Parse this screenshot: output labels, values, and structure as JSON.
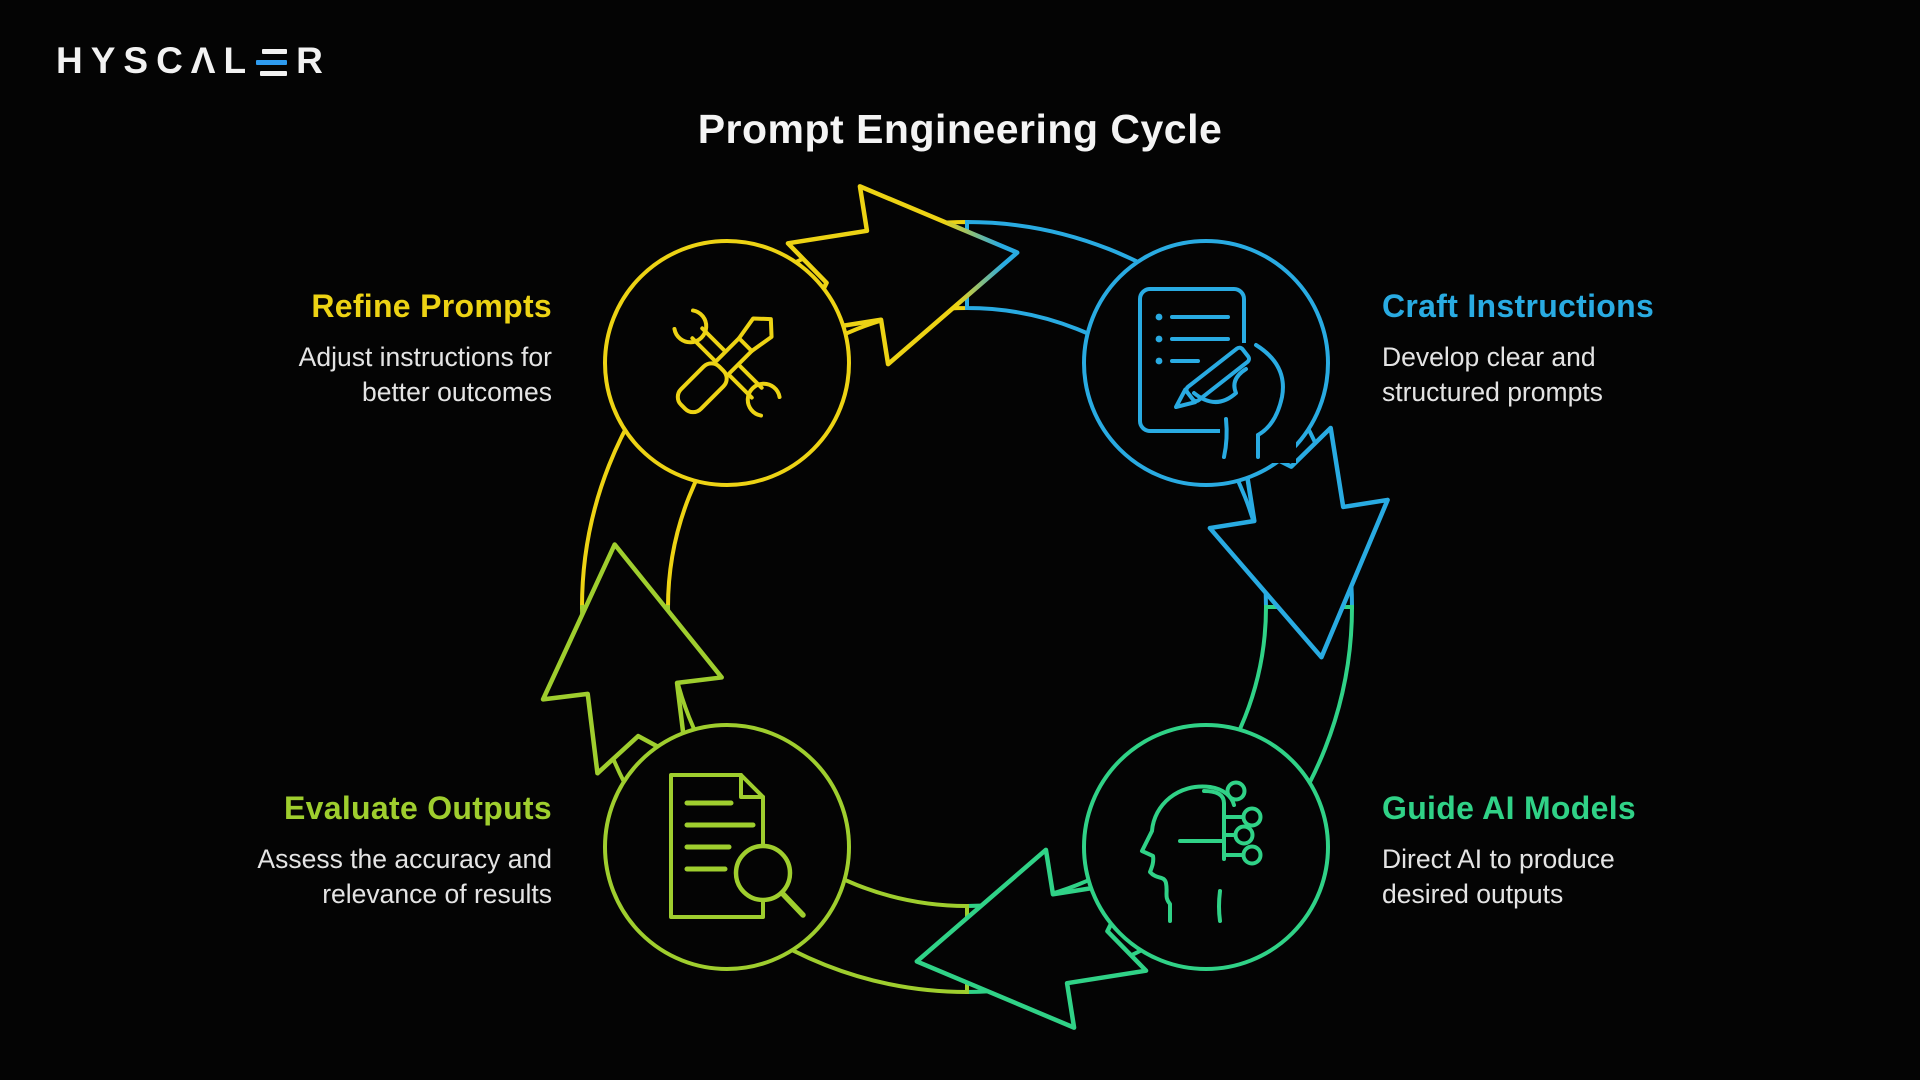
{
  "logo": {
    "text_start": "HYSCΛL",
    "text_end": "R",
    "accent_color": "#2E9BEF"
  },
  "title": "Prompt Engineering Cycle",
  "cycle": {
    "direction": "clockwise",
    "steps": [
      {
        "id": "refine",
        "label": "Refine Prompts",
        "description_lines": [
          "Adjust instructions for",
          "better outcomes"
        ],
        "color": "#EDD314",
        "icon": "tools-icon",
        "position": "top-left"
      },
      {
        "id": "craft",
        "label": "Craft Instructions",
        "description_lines": [
          "Develop clear and",
          "structured prompts"
        ],
        "color": "#29ABE2",
        "icon": "document-pen-icon",
        "position": "top-right"
      },
      {
        "id": "guide",
        "label": "Guide AI Models",
        "description_lines": [
          "Direct AI to produce",
          "desired outputs"
        ],
        "color": "#30D287",
        "icon": "ai-head-icon",
        "position": "bottom-right"
      },
      {
        "id": "evaluate",
        "label": "Evaluate Outputs",
        "description_lines": [
          "Assess the accuracy and",
          "relevance of results"
        ],
        "color": "#9FCE2E",
        "icon": "document-search-icon",
        "position": "bottom-left"
      }
    ]
  },
  "background_color": "#040404"
}
